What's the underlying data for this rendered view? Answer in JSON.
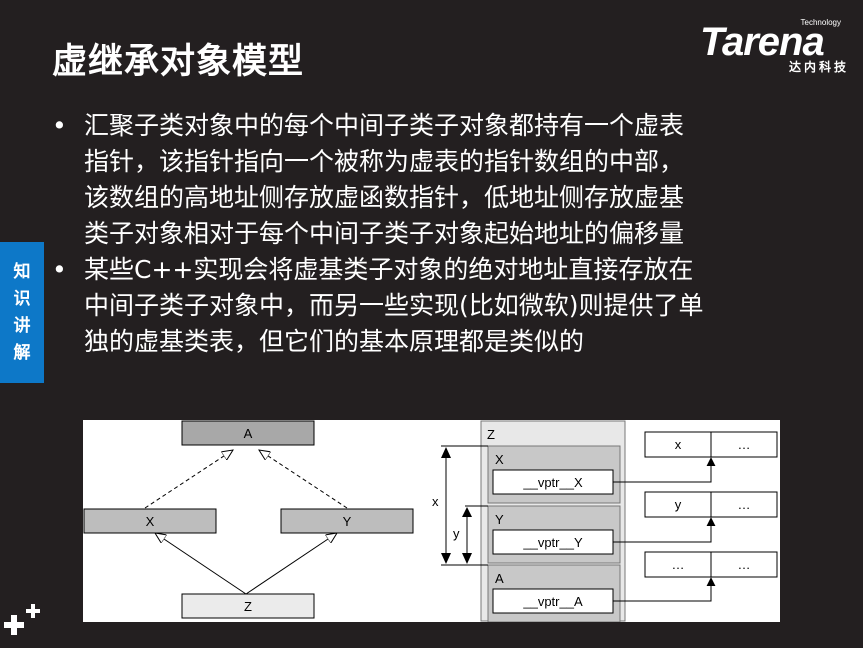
{
  "title": "虚继承对象模型",
  "logo": {
    "tech": "Technology",
    "word": "Tarena",
    "cn": "达内科技"
  },
  "side_tab": [
    "知",
    "识",
    "讲",
    "解"
  ],
  "bullets": [
    {
      "lines": [
        "汇聚子类对象中的每个中间子类子对象都持有一个虚表",
        "指针，该指针指向一个被称为虚表的指针数组的中部，",
        "该数组的高地址侧存放虚函数指针，低地址侧存放虚基",
        "类子对象相对于每个中间子类子对象起始地址的偏移量"
      ]
    },
    {
      "lines": [
        "某些C++实现会将虚基类子对象的绝对地址直接存放在",
        "中间子类子对象中，而另一些实现(比如微软)则提供了单",
        "独的虚基类表，但它们的基本原理都是类似的"
      ]
    }
  ],
  "diagram": {
    "hierarchy": {
      "top": "A",
      "left": "X",
      "right": "Y",
      "bottom": "Z"
    },
    "layout": {
      "outer": "Z",
      "sections": [
        {
          "name": "X",
          "field": "__vptr__X"
        },
        {
          "name": "Y",
          "field": "__vptr__Y"
        },
        {
          "name": "A",
          "field": "__vptr__A"
        }
      ],
      "offset_labels": [
        "x",
        "y"
      ]
    },
    "tables": [
      {
        "left": "x",
        "right": "…"
      },
      {
        "left": "y",
        "right": "…"
      },
      {
        "left": "…",
        "right": "…"
      }
    ]
  }
}
